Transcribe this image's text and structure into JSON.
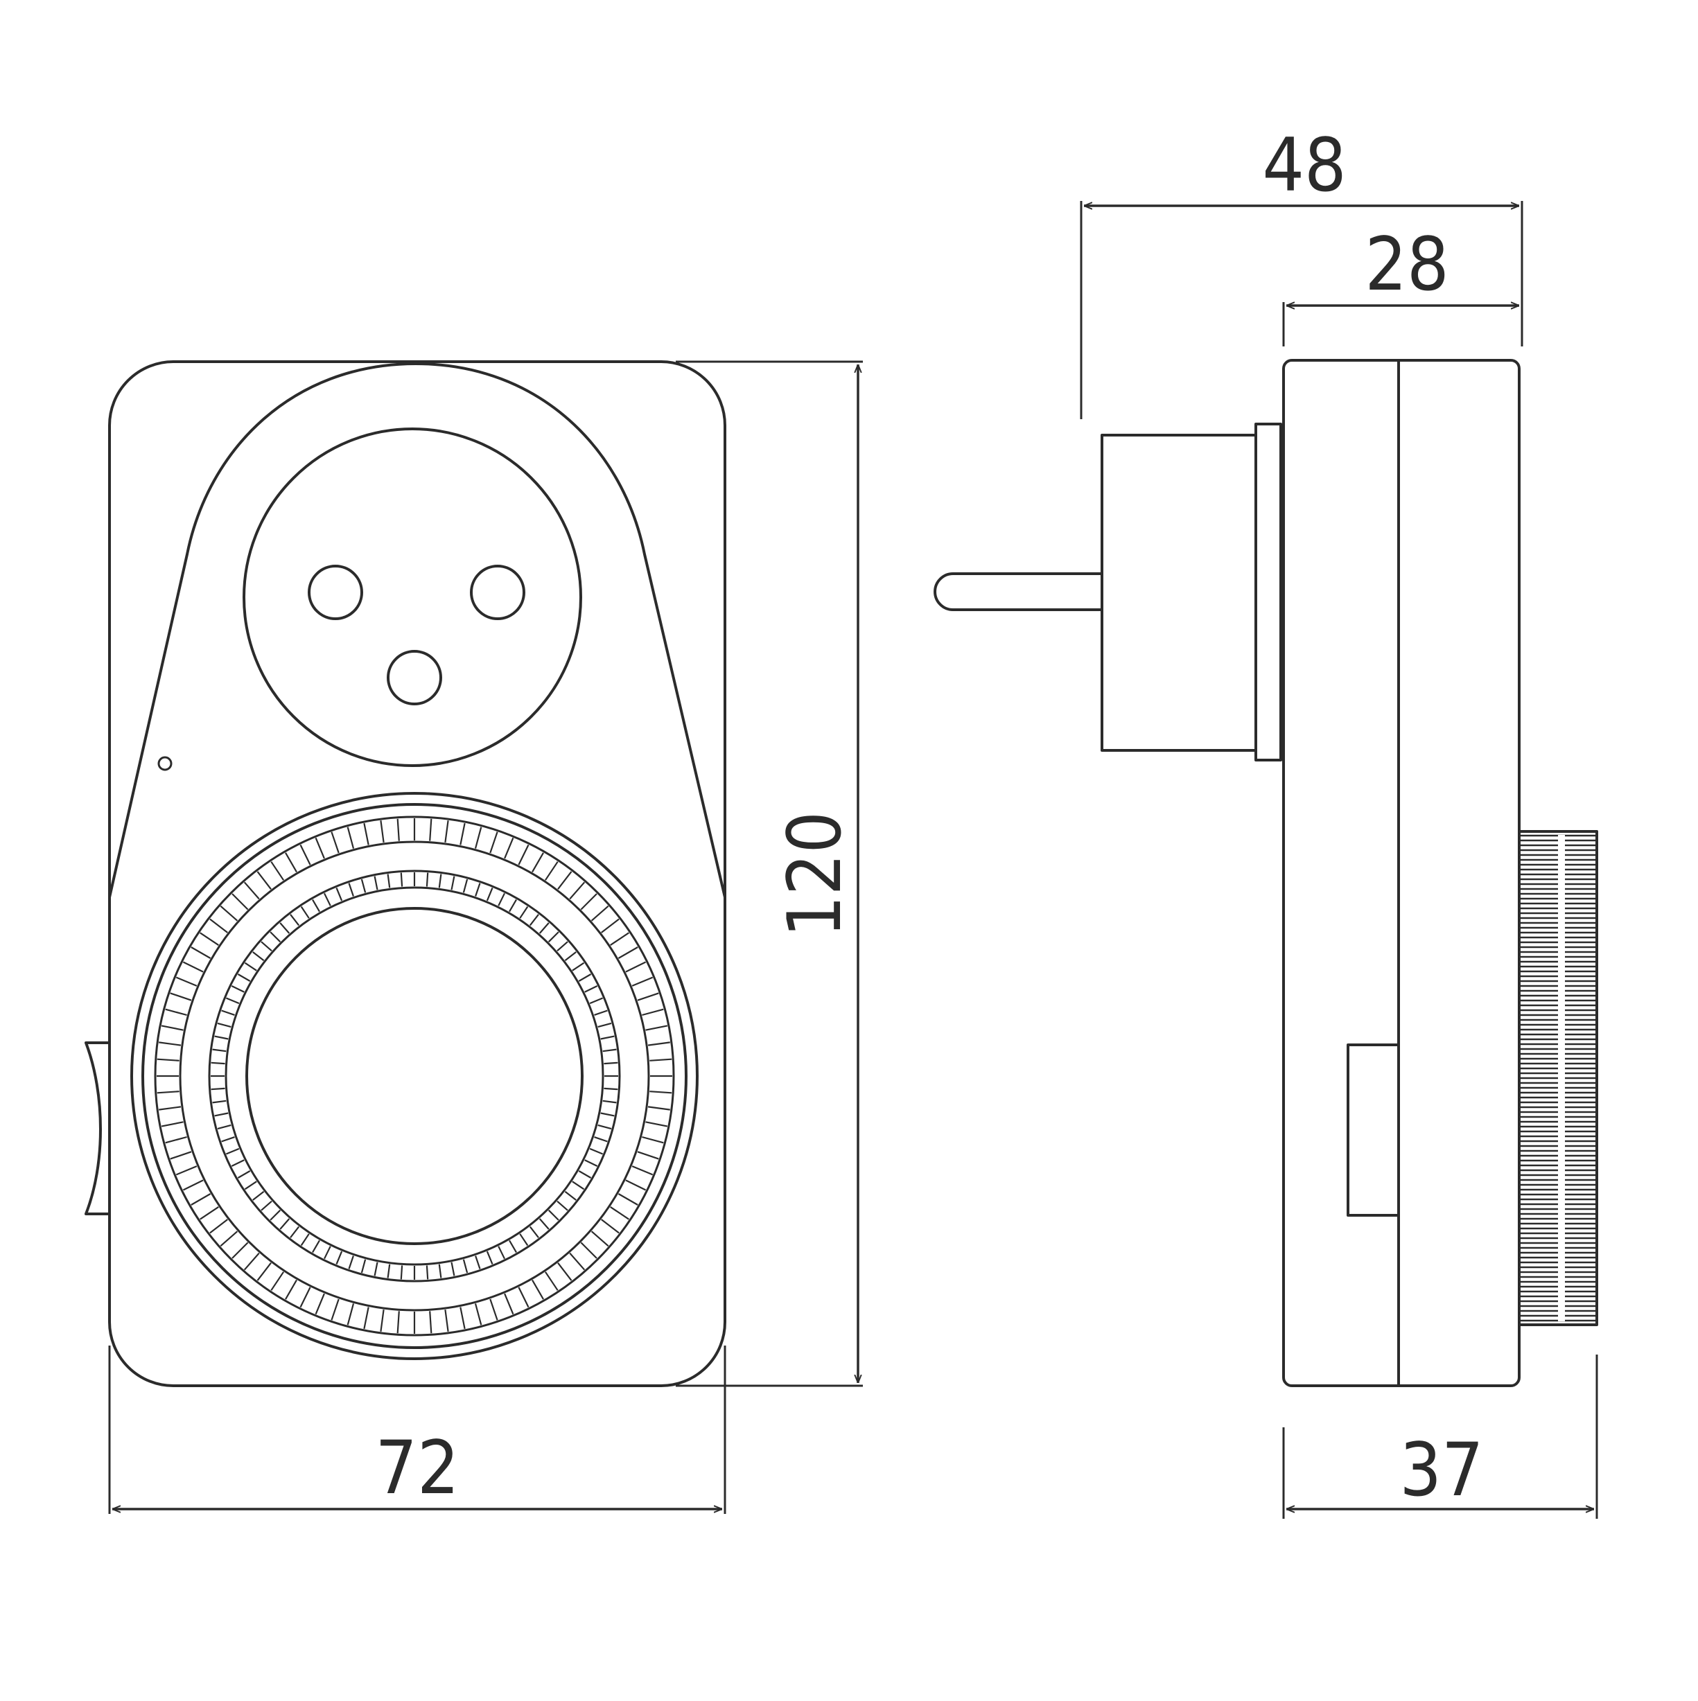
{
  "dimensions": {
    "front_width": "72",
    "front_height": "120",
    "side_total_depth": "48",
    "side_body_depth": "28",
    "side_depth_with_dial": "37"
  },
  "colors": {
    "line": "#2b2b2b",
    "background": "#ffffff"
  }
}
